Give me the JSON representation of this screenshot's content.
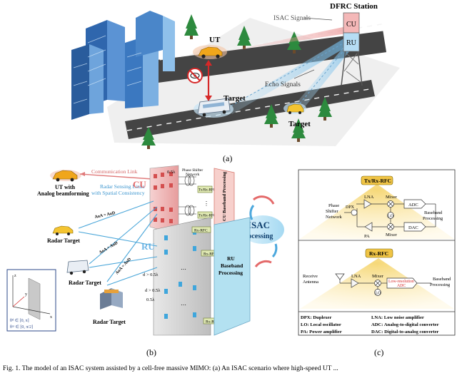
{
  "panel_a": {
    "station_label": "DFRC Station",
    "cu_label": "CU",
    "ru_label": "RU",
    "ut_label": "UT",
    "isac_signals": "ISAC Signals",
    "echo_signals": "Echo Signals",
    "target_upper": "Target",
    "target_lower": "Target",
    "caption": "(a)"
  },
  "panel_b": {
    "ut_label_1": "UT with",
    "ut_label_2": "Analog beamforming",
    "comm_link": "Communication Link",
    "radar_link_1": "Radar Sensing Links",
    "radar_link_2": "with Spatial Consistency",
    "cu_label": "CU",
    "ru_label": "RU",
    "aoa1": "AoA = AoD",
    "aoa2": "AoA = AoD",
    "aoa3": "AoA = AoD",
    "radar_target_1": "Radar Target",
    "radar_target_2": "Radar Target",
    "radar_target_3": "Radar Target",
    "phase_shifter_1": "Phase Shifter",
    "phase_shifter_2": "Network",
    "txrx_rfc": "Tx/Rx-RFC",
    "rx_rfc": "Rx-RFC",
    "cu_baseband": "CU Baseband Processing",
    "ru_baseband_1": "RU",
    "ru_baseband_2": "Baseband",
    "ru_baseband_3": "Processing",
    "isac_1": "ISAC",
    "isac_2": "Processing",
    "spacing_1": "0.5λ",
    "spacing_2": "d > 0.5λ",
    "spacing_3": "d > 0.5λ",
    "spacing_4": "0.5λ",
    "theta1": "θᵉˡ ∈ [0, π]",
    "theta2": "θᵃᶻ ∈ [0, π/2]",
    "axis_x": "x",
    "axis_y": "y",
    "axis_z": "z",
    "caption": "(b)"
  },
  "panel_c": {
    "txrx_title": "Tx/Rx-RFC",
    "rx_title": "Rx-RFC",
    "lna": "LNA",
    "mixer_top": "Mixer",
    "adc": "ADC",
    "lo_top": "LO",
    "dpx": "DPX",
    "phase_shifter_1": "Phase",
    "phase_shifter_2": "Shifter",
    "phase_shifter_3": "Network",
    "baseband_1": "Baseband",
    "baseband_2": "Processing",
    "pa": "PA",
    "mixer_bottom": "Mixer",
    "dac": "DAC",
    "rx_receive_1": "Receive",
    "rx_receive_2": "Antenna",
    "rx_lna": "LNA",
    "rx_mixer": "Mixer",
    "rx_lowres_1": "Low-resolution",
    "rx_lowres_2": "ADC",
    "rx_baseband_1": "Baseband",
    "rx_baseband_2": "Processing",
    "rx_lo": "LO",
    "legend": [
      "DPX: Duplexer",
      "LNA: Low noise amplifier",
      "LO: Local oscillator",
      "ADC: Analog-to-digital converter",
      "PA: Power amplifier",
      "DAC: Digital-to-analog converter"
    ],
    "caption": "(c)"
  },
  "colors": {
    "road": "#3a3a3a",
    "grass": "#e6e6e6",
    "building_blue": "#3b78c0",
    "cu_red": "#e05a5a",
    "ru_blue": "#6fb6e6",
    "baseband_cyan": "#9fd9ec",
    "gold": "#f0c445"
  },
  "footer_caption": "Fig. 1. The model of an ISAC system assisted by a cell-free massive MIMO: (a) An ISAC scenario where high-speed UT ..."
}
